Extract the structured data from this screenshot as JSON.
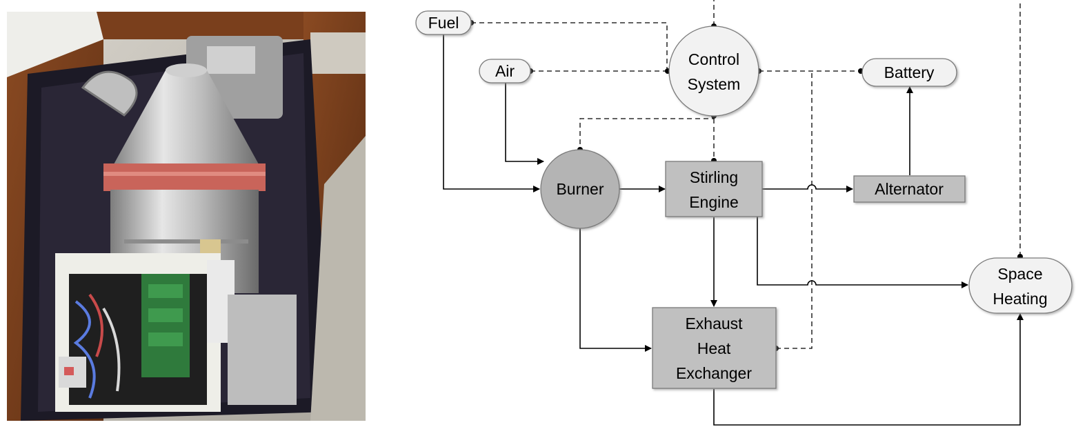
{
  "photo": {
    "subject": "stirling-engine-micro-chp-unit"
  },
  "diagram": {
    "nodes": {
      "fuel": {
        "lines": [
          "Fuel"
        ]
      },
      "air": {
        "lines": [
          "Air"
        ]
      },
      "control": {
        "lines": [
          "Control",
          "System"
        ]
      },
      "battery": {
        "lines": [
          "Battery"
        ]
      },
      "burner": {
        "lines": [
          "Burner"
        ]
      },
      "stirling": {
        "lines": [
          "Stirling",
          "Engine"
        ]
      },
      "alternator": {
        "lines": [
          "Alternator"
        ]
      },
      "space_heating": {
        "lines": [
          "Space",
          "Heating"
        ]
      },
      "exhaust": {
        "lines": [
          "Exhaust",
          "Heat",
          "Exchanger"
        ]
      }
    },
    "colors": {
      "box_fill": "#c0c0c0",
      "circle_fill": "#b4b4b4",
      "terminal_fill": "#f2f2f2",
      "stroke": "#7a7a7a",
      "line": "#000000"
    }
  }
}
